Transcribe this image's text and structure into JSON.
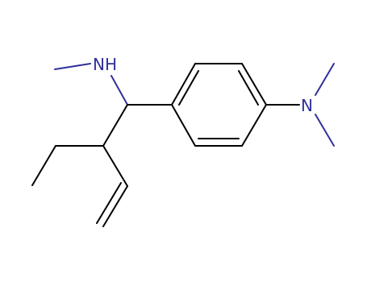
{
  "molecule": {
    "atoms": [
      {
        "symbol": "N",
        "label": "NH",
        "kind": "secondary-amine"
      },
      {
        "symbol": "N",
        "label": "N",
        "kind": "dimethylamino"
      }
    ],
    "colors": {
      "bond": "#000000",
      "nitrogen": "#30309a",
      "background": "#ffffff"
    }
  }
}
